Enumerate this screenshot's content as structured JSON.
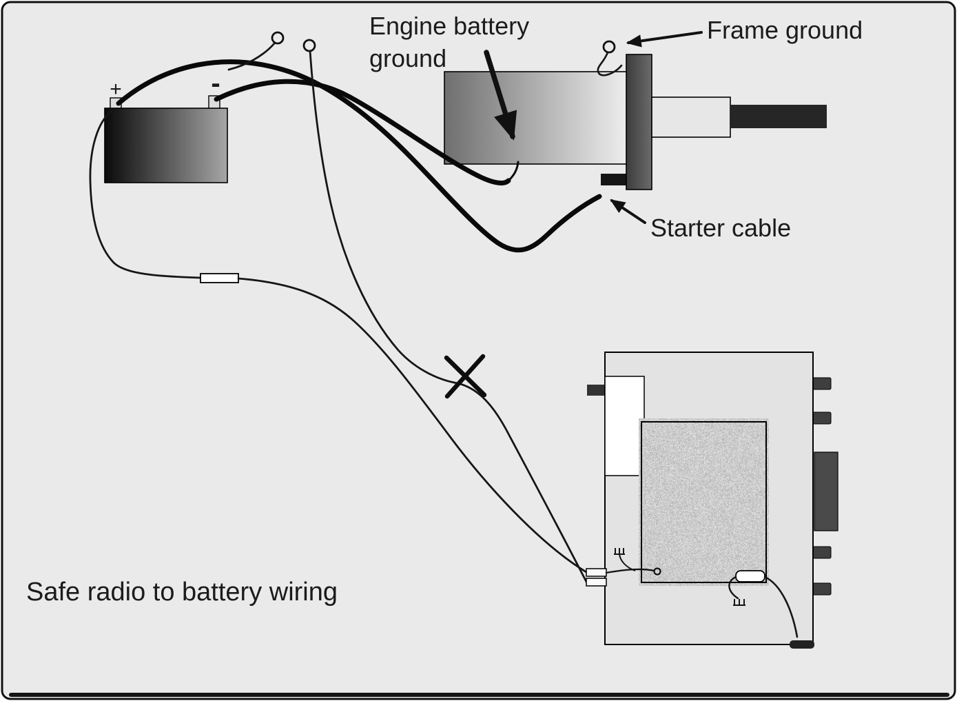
{
  "labels": {
    "engine_battery_ground_line1": "Engine battery",
    "engine_battery_ground_line2": "ground",
    "frame_ground": "Frame ground",
    "starter_cable": "Starter cable",
    "battery_plus": "+",
    "battery_minus": "-"
  },
  "caption": "Safe radio to battery wiring",
  "colors": {
    "background": "#eaeaea",
    "ink": "#111111",
    "battery_dark": "#0a0a0a",
    "battery_light": "#a6a6a6",
    "engine_dark": "#6f6f6f",
    "engine_light": "#eeeeee",
    "flywheel_dark": "#3c3c3c",
    "flywheel_light": "#6b6b6b",
    "housing": "#e7e7e7",
    "shaft": "#262626",
    "radio_body": "#e3e3e3",
    "knob": "#3f3f3f",
    "side_panel": "#4a4a4a"
  },
  "icons": {
    "ground_symbol": "chassis-ground",
    "ring_terminal": "open-circle",
    "fuse": "inline-fuse",
    "x_mark": "crossed-out-wire"
  }
}
